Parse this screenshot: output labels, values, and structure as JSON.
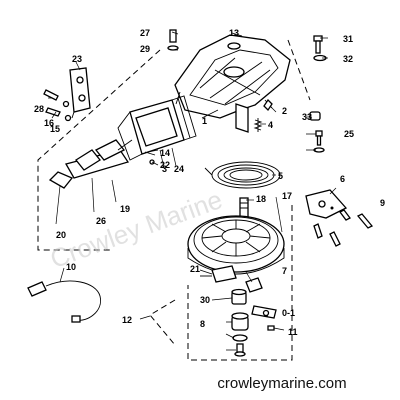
{
  "diagram": {
    "callouts": [
      "13",
      "27",
      "29",
      "31",
      "32",
      "23",
      "2",
      "1",
      "4",
      "33",
      "25",
      "28",
      "16",
      "15",
      "14",
      "22",
      "3",
      "24",
      "5",
      "6",
      "17",
      "18",
      "19",
      "26",
      "20",
      "9",
      "21",
      "7",
      "30",
      "0-1",
      "10",
      "12",
      "8",
      "11"
    ],
    "watermark": "Crowley Marine",
    "site": "crowleymarine.com"
  },
  "colors": {
    "line": "#000000",
    "background": "#ffffff",
    "watermark": "#c8c8c8"
  }
}
